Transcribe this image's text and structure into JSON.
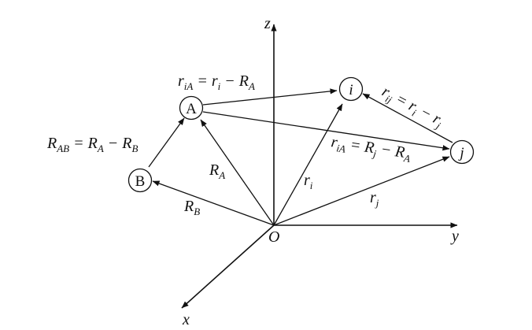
{
  "axes": {
    "x": "x",
    "y": "y",
    "z": "z",
    "origin": "O"
  },
  "nodes": {
    "A": "A",
    "B": "B",
    "i": "i",
    "j": "j"
  },
  "vector_labels": {
    "R_A": "R_A",
    "R_B": "R_B",
    "r_i": "r_i",
    "r_j": "r_j"
  },
  "equations": {
    "R_AB": "R_AB = R_A − R_B",
    "r_iA_top": "r_iA = r_i − R_A",
    "r_iA_mid": "r_iA = R_j − R_A",
    "r_ij": "r_ij = r_i − r_j"
  },
  "colors": {
    "stroke": "#111111",
    "background": "#ffffff"
  }
}
